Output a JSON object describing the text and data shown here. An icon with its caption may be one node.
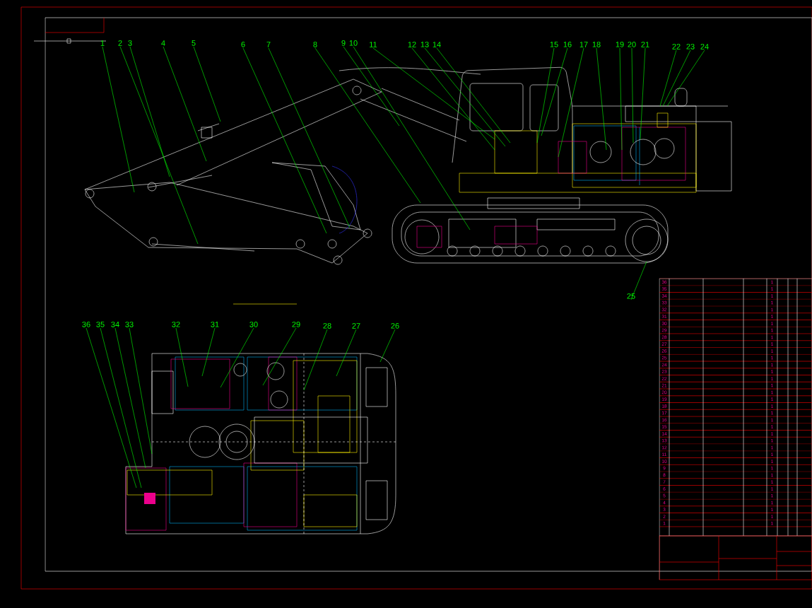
{
  "diagram": {
    "nodes": [
      {
        "text": [
          "1"
        ]
      },
      {
        "text": [
          "2"
        ]
      },
      {
        "text": [
          "3"
        ]
      },
      {
        "text": [
          "4"
        ]
      },
      {
        "text": [
          "5"
        ]
      },
      {
        "text": [
          "6"
        ]
      },
      {
        "text": [
          "7"
        ]
      },
      {
        "text": [
          "8"
        ]
      },
      {
        "text": [
          "9"
        ]
      },
      {
        "text": [
          "10"
        ]
      },
      {
        "text": [
          "11"
        ]
      },
      {
        "text": [
          "12"
        ]
      },
      {
        "text": [
          "13"
        ]
      },
      {
        "text": [
          "14"
        ]
      },
      {
        "text": [
          "15"
        ]
      },
      {
        "text": [
          "16"
        ]
      },
      {
        "text": [
          "17"
        ]
      },
      {
        "text": [
          "18"
        ]
      },
      {
        "text": [
          "19"
        ]
      },
      {
        "text": [
          "20"
        ]
      },
      {
        "text": [
          "21"
        ]
      },
      {
        "text": [
          "22"
        ]
      },
      {
        "text": [
          "23"
        ]
      },
      {
        "text": [
          "24"
        ]
      },
      {
        "text": [
          "25"
        ]
      },
      {
        "text": [
          "26"
        ]
      },
      {
        "text": [
          "27"
        ]
      },
      {
        "text": [
          "28"
        ]
      },
      {
        "text": [
          "29"
        ]
      },
      {
        "text": [
          "30"
        ]
      },
      {
        "text": [
          "31"
        ]
      },
      {
        "text": [
          "32"
        ]
      },
      {
        "text": [
          "33"
        ]
      },
      {
        "text": [
          "34"
        ]
      },
      {
        "text": [
          "35"
        ]
      },
      {
        "text": [
          "36"
        ]
      }
    ],
    "edges": [
      {
        "from": 0,
        "to": null,
        "arrow": "none"
      },
      {
        "from": 1,
        "to": null,
        "arrow": "none"
      },
      {
        "from": 2,
        "to": null,
        "arrow": "none"
      },
      {
        "from": 3,
        "to": null,
        "arrow": "none"
      },
      {
        "from": 4,
        "to": null,
        "arrow": "none"
      },
      {
        "from": 5,
        "to": null,
        "arrow": "none"
      },
      {
        "from": 6,
        "to": null,
        "arrow": "none"
      },
      {
        "from": 7,
        "to": null,
        "arrow": "none"
      },
      {
        "from": 8,
        "to": null,
        "arrow": "none"
      },
      {
        "from": 9,
        "to": null,
        "arrow": "none"
      },
      {
        "from": 10,
        "to": null,
        "arrow": "none"
      },
      {
        "from": 11,
        "to": null,
        "arrow": "none"
      },
      {
        "from": 12,
        "to": null,
        "arrow": "none"
      },
      {
        "from": 13,
        "to": null,
        "arrow": "none"
      },
      {
        "from": 14,
        "to": null,
        "arrow": "none"
      },
      {
        "from": 15,
        "to": null,
        "arrow": "none"
      },
      {
        "from": 16,
        "to": null,
        "arrow": "none"
      },
      {
        "from": 17,
        "to": null,
        "arrow": "none"
      },
      {
        "from": 18,
        "to": null,
        "arrow": "none"
      },
      {
        "from": 19,
        "to": null,
        "arrow": "none"
      },
      {
        "from": 20,
        "to": null,
        "arrow": "none"
      },
      {
        "from": 21,
        "to": null,
        "arrow": "none"
      },
      {
        "from": 22,
        "to": null,
        "arrow": "none"
      },
      {
        "from": 23,
        "to": null,
        "arrow": "none"
      },
      {
        "from": 24,
        "to": null,
        "arrow": "none"
      },
      {
        "from": 25,
        "to": null,
        "arrow": "none"
      },
      {
        "from": 26,
        "to": null,
        "arrow": "none"
      },
      {
        "from": 27,
        "to": null,
        "arrow": "none"
      },
      {
        "from": 28,
        "to": null,
        "arrow": "none"
      },
      {
        "from": 29,
        "to": null,
        "arrow": "none"
      },
      {
        "from": 30,
        "to": null,
        "arrow": "none"
      },
      {
        "from": 31,
        "to": null,
        "arrow": "none"
      },
      {
        "from": 32,
        "to": null,
        "arrow": "none"
      },
      {
        "from": 33,
        "to": null,
        "arrow": "none"
      },
      {
        "from": 34,
        "to": null,
        "arrow": "none"
      },
      {
        "from": 35,
        "to": null,
        "arrow": "none"
      }
    ],
    "labels": [
      "36",
      "1",
      "35",
      "1",
      "34",
      "1",
      "33",
      "1",
      "32",
      "1",
      "31",
      "1",
      "30",
      "1",
      "29",
      "1",
      "28",
      "1",
      "27",
      "1",
      "26",
      "1",
      "25",
      "1",
      "24",
      "1",
      "23",
      "1",
      "22",
      "1",
      "21",
      "1",
      "20",
      "1",
      "19",
      "1",
      "18",
      "1",
      "17",
      "1",
      "16",
      "1",
      "15",
      "1",
      "14",
      "1",
      "13",
      "1",
      "12",
      "1",
      "11",
      "1",
      "10",
      "1",
      "9",
      "1",
      "8",
      "1",
      "7",
      "1",
      "6",
      "1",
      "5",
      "1",
      "4",
      "1",
      "3",
      "1",
      "2",
      "1",
      "1",
      "1"
    ]
  }
}
